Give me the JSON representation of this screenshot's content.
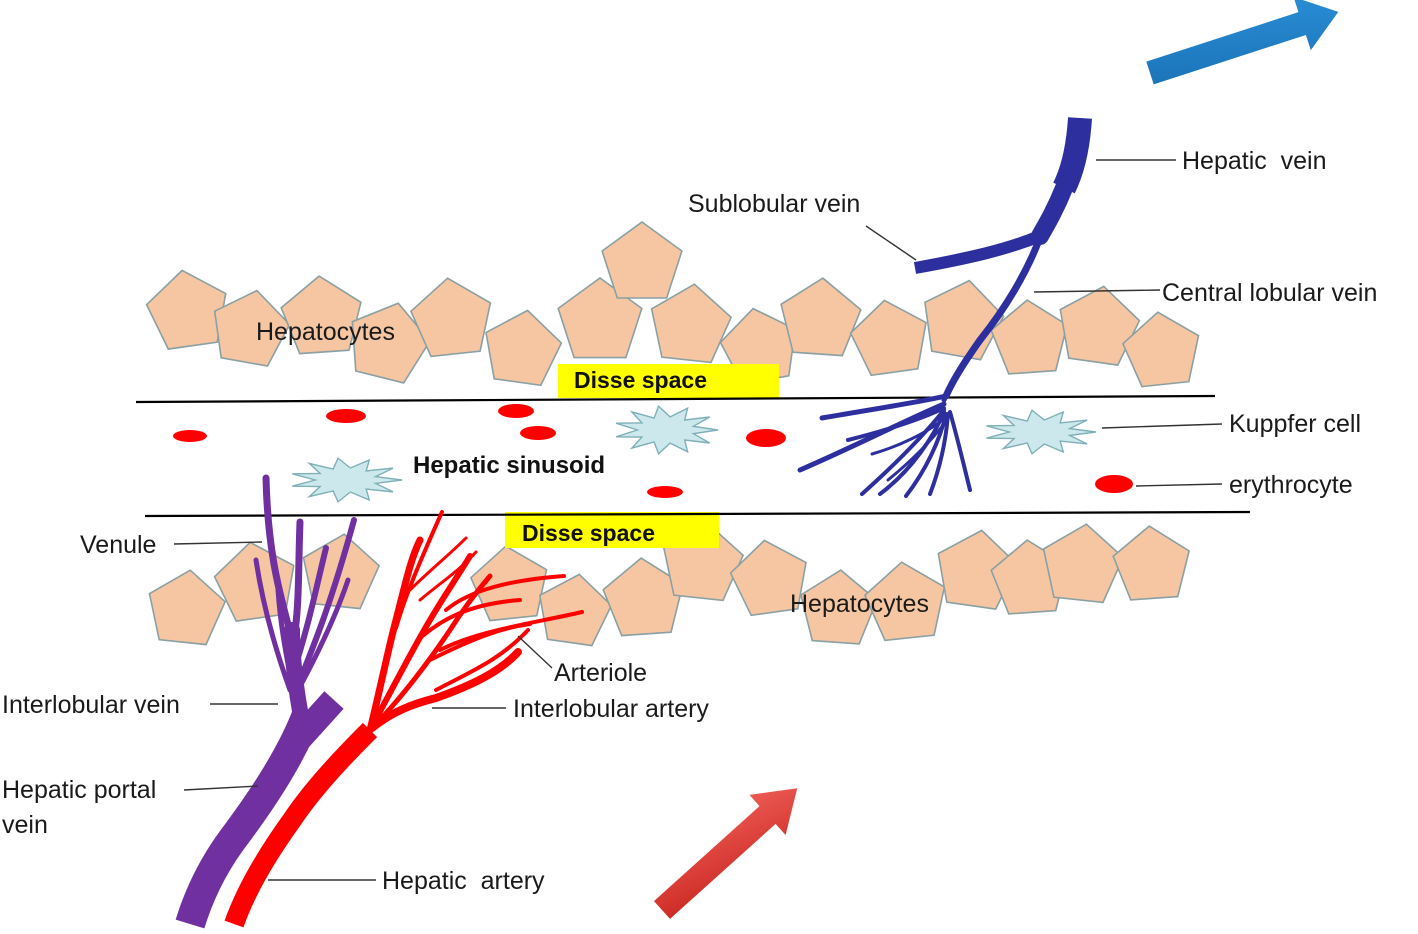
{
  "labels": {
    "hepatocytes_top": "Hepatocytes",
    "hepatocytes_bottom": "Hepatocytes",
    "disse_space_top": "Disse space",
    "disse_space_bottom": "Disse space",
    "hepatic_sinusoid": "Hepatic sinusoid",
    "hepatic_vein": "Hepatic  vein",
    "sublobular_vein": "Sublobular vein",
    "central_lobular_vein": "Central lobular vein",
    "kupffer_cell": "Kuppfer cell",
    "erythrocyte": "erythrocyte",
    "venule": "Venule",
    "arteriole": "Arteriole",
    "interlobular_vein": "Interlobular vein",
    "interlobular_artery": "Interlobular artery",
    "hepatic_portal_vein_line1": "Hepatic portal",
    "hepatic_portal_vein_line2": "vein",
    "hepatic_artery": "Hepatic  artery"
  },
  "colors": {
    "hepatocyte_fill": "#f6c6a2",
    "hepatocyte_stroke": "#8aa0a4",
    "disse_highlight": "#ffff00",
    "hepatic_vein_blue": "#2e2f9e",
    "portal_vein_purple": "#7030a0",
    "artery_red": "#ff0000",
    "erythrocyte_red": "#ff0000",
    "kupffer_fill": "#cde8ec",
    "outflow_arrow_blue": "#1f7fc4",
    "inflow_arrow_red": "#e8403a"
  },
  "icons": {
    "outflow_arrow": "arrow-up-right-icon",
    "inflow_arrow": "arrow-up-right-icon"
  }
}
